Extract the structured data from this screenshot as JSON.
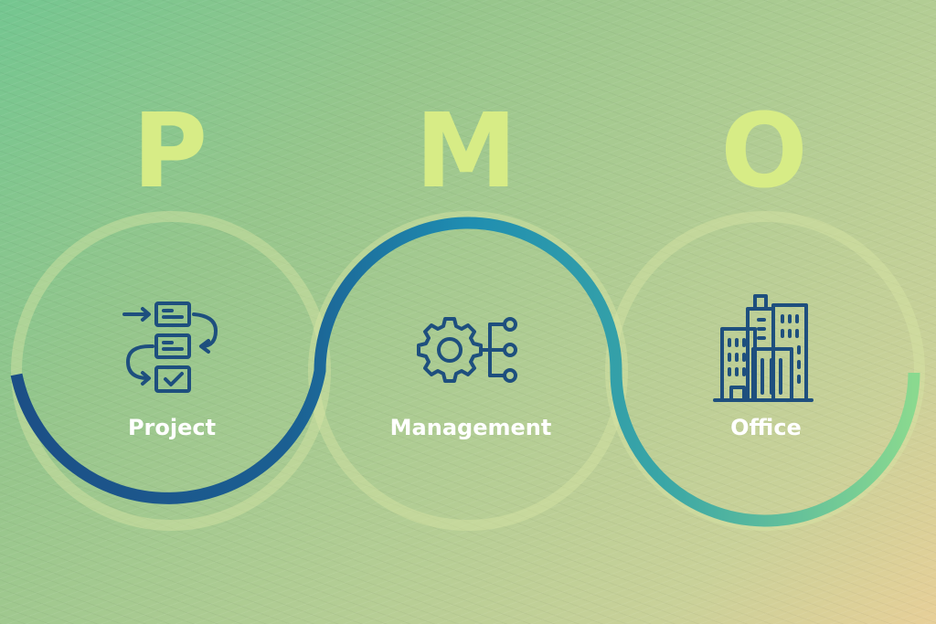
{
  "letters": [
    "P",
    "M",
    "O"
  ],
  "labels": {
    "project": "Project",
    "management": "Management",
    "office": "Office"
  },
  "icons": {
    "project": "workflow-icon",
    "management": "gear-network-icon",
    "office": "office-buildings-icon"
  },
  "colors": {
    "letter": "#d7ec86",
    "label": "#ffffff",
    "icon": "#1e4f7e",
    "ring": "#d8e4a4",
    "wave_start": "#1c4f86",
    "wave_mid": "#1f8db1",
    "wave_end": "#8ad98f"
  }
}
